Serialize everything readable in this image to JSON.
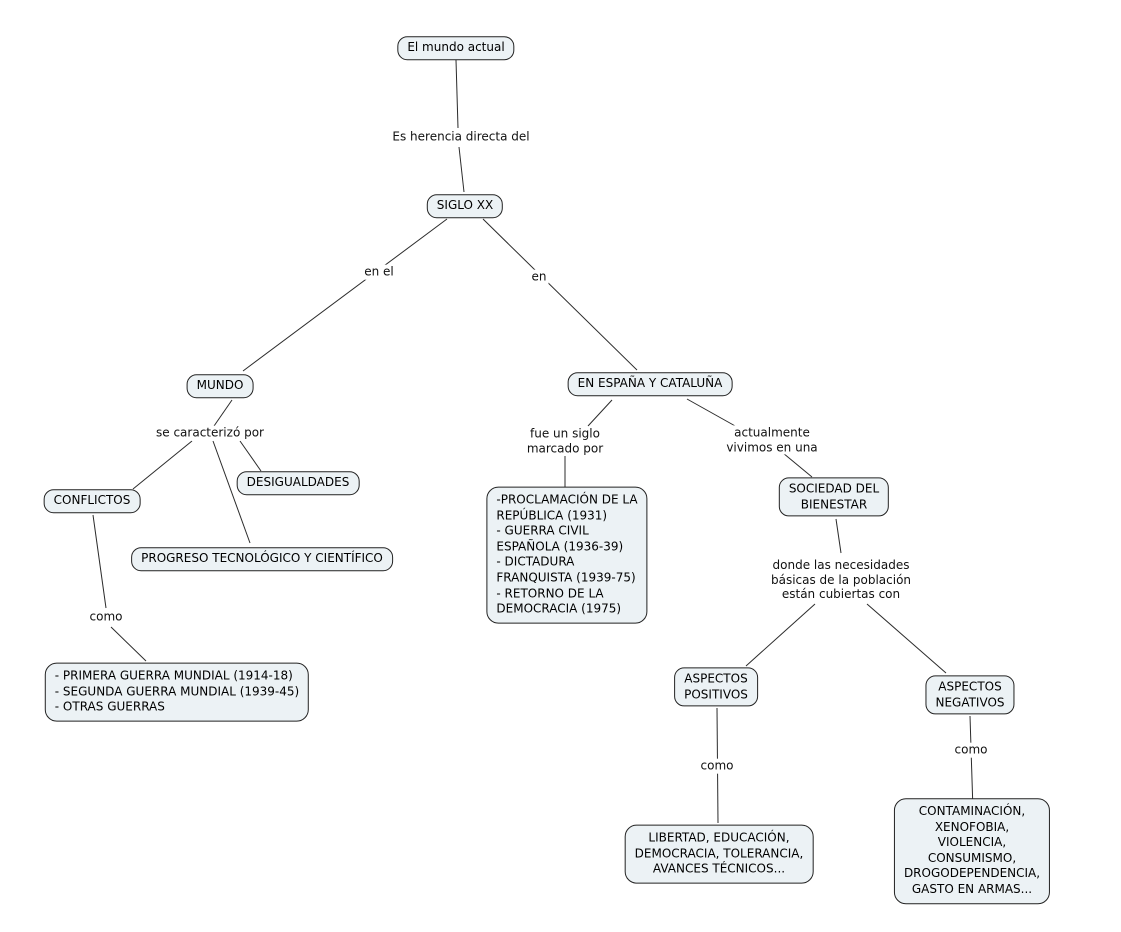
{
  "diagram": {
    "type": "concept-map",
    "colors": {
      "node_fill": "#ecf2f5",
      "node_border": "#222222",
      "line": "#2b2b2b",
      "background": "#ffffff"
    },
    "nodes": {
      "mundo_actual": {
        "label": "El mundo actual"
      },
      "siglo_xx": {
        "label": "SIGLO XX"
      },
      "mundo": {
        "label": "MUNDO"
      },
      "en_espana": {
        "label": "EN ESPAÑA Y CATALUÑA"
      },
      "conflictos": {
        "label": "CONFLICTOS"
      },
      "desigualdades": {
        "label": "DESIGUALDADES"
      },
      "progreso": {
        "label": "PROGRESO TECNOLÓGICO Y CIENTÍFICO"
      },
      "guerras": {
        "label": "- PRIMERA GUERRA MUNDIAL (1914-18)\n- SEGUNDA GUERRA MUNDIAL (1939-45)\n- OTRAS GUERRAS"
      },
      "espana_hist": {
        "label": "-PROCLAMACIÓN DE LA\nREPÚBLICA (1931)\n- GUERRA CIVIL\nESPAÑOLA (1936-39)\n- DICTADURA\nFRANQUISTA (1939-75)\n- RETORNO DE LA\nDEMOCRACIA (1975)"
      },
      "sociedad": {
        "label": "SOCIEDAD DEL\nBIENESTAR"
      },
      "aspectos_positivos": {
        "label": "ASPECTOS\nPOSITIVOS"
      },
      "aspectos_negativos": {
        "label": "ASPECTOS\nNEGATIVOS"
      },
      "libertad": {
        "label": "LIBERTAD, EDUCACIÓN,\nDEMOCRACIA, TOLERANCIA,\nAVANCES TÉCNICOS..."
      },
      "contaminacion": {
        "label": "CONTAMINACIÓN, XENOFOBIA,\nVIOLENCIA, CONSUMISMO,\nDROGODEPENDENCIA,\nGASTO EN ARMAS..."
      }
    },
    "labels": {
      "herencia": {
        "text": "Es herencia directa del"
      },
      "en_el": {
        "text": "en el"
      },
      "en": {
        "text": "en"
      },
      "caracterizo": {
        "text": "se caracterizó por"
      },
      "como_izq": {
        "text": "como"
      },
      "fue_siglo": {
        "text": "fue un siglo\nmarcado por"
      },
      "actualmente": {
        "text": "actualmente\nvivimos en una"
      },
      "donde": {
        "text": "donde las necesidades\nbásicas de la población\nestán cubiertas con"
      },
      "como_pos": {
        "text": "como"
      },
      "como_neg": {
        "text": "como"
      }
    }
  }
}
